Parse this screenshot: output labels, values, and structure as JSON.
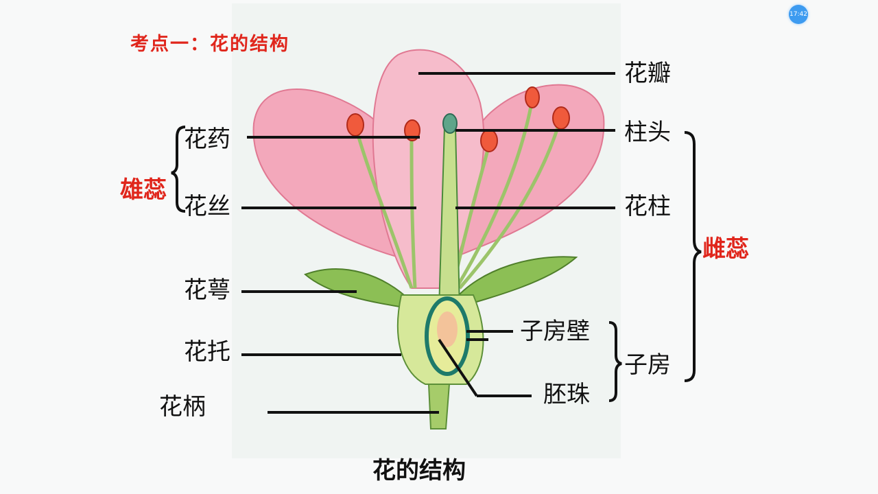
{
  "title": "考点一：花的结构",
  "caption": "花的结构",
  "clock": "17:42",
  "labels": {
    "petal": "花瓣",
    "anther": "花药",
    "filament": "花丝",
    "stamen": "雄蕊",
    "stigma": "柱头",
    "style": "花柱",
    "pistil": "雌蕊",
    "sepal": "花萼",
    "receptacle": "花托",
    "pedicel": "花柄",
    "ovary_wall": "子房壁",
    "ovule": "胚珠",
    "ovary": "子房"
  },
  "colors": {
    "accent": "#e0261c",
    "petal": "#f2a3b8",
    "sepal": "#7fb24a"
  }
}
